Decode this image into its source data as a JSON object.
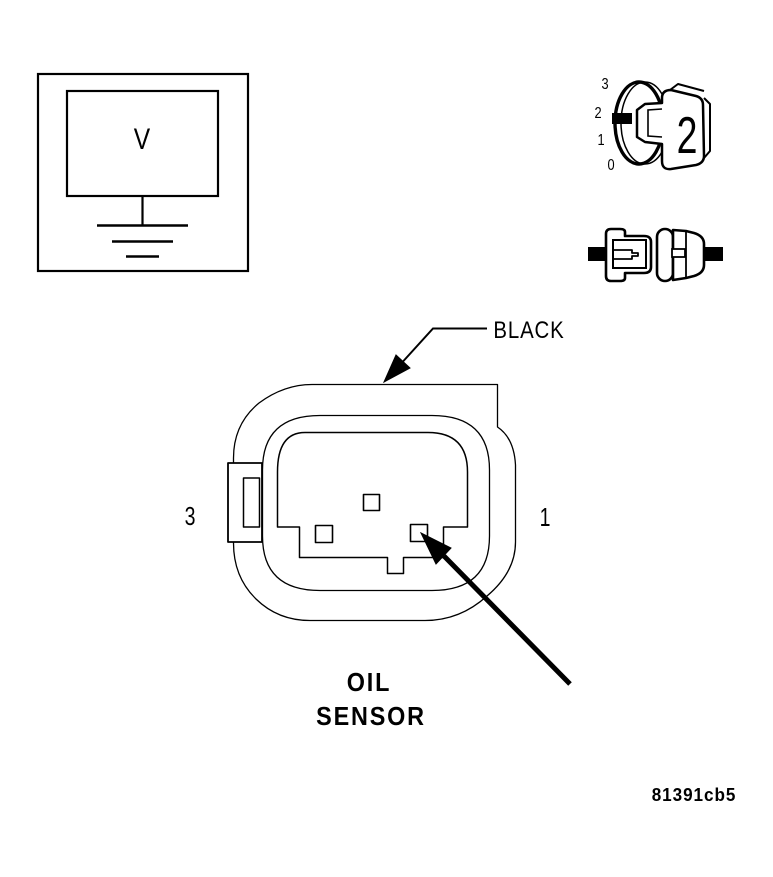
{
  "colors": {
    "ink": "#000000",
    "paper": "#ffffff"
  },
  "voltmeter": {
    "symbol": "V"
  },
  "probe_dial": {
    "scale": [
      "3",
      "2",
      "1",
      "0"
    ],
    "selected": "2"
  },
  "connector_face": {
    "wire_color_label": "BLACK",
    "left_pin": "3",
    "right_pin": "1"
  },
  "caption": {
    "line1": "OIL",
    "line2": "SENSOR"
  },
  "figure_code": "81391cb5"
}
